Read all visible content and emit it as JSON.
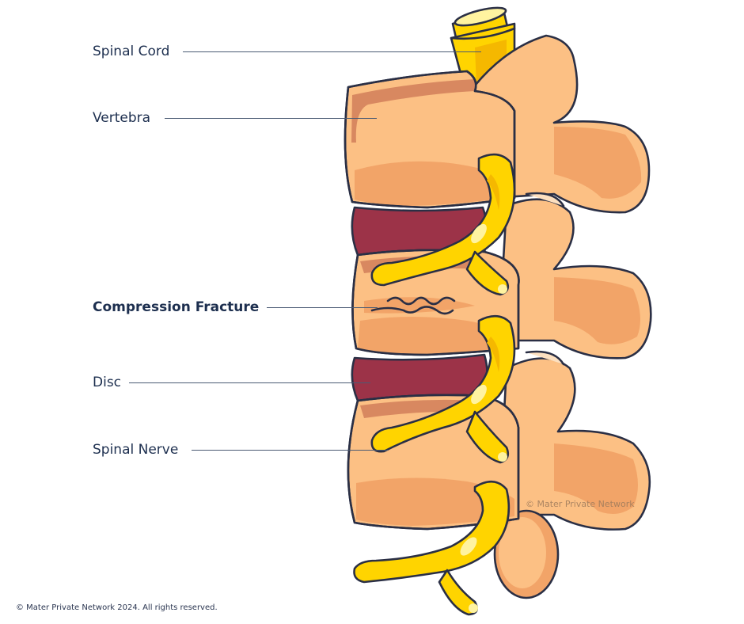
{
  "diagram": {
    "labels": [
      {
        "id": "spinal-cord",
        "text": "Spinal Cord",
        "bold": false
      },
      {
        "id": "vertebra",
        "text": "Vertebra",
        "bold": false
      },
      {
        "id": "compression-fracture",
        "text": "Compression Fracture",
        "bold": true
      },
      {
        "id": "disc",
        "text": "Disc",
        "bold": false
      },
      {
        "id": "spinal-nerve",
        "text": "Spinal Nerve",
        "bold": false
      }
    ],
    "watermark": "© Mater Private Network",
    "copyright": "© Mater Private Network 2024. All rights reserved.",
    "colors": {
      "bone_light": "#fcc084",
      "bone_mid": "#f2a468",
      "bone_dark": "#d88860",
      "disc": "#9c3348",
      "nerve": "#ffd400",
      "nerve_dark": "#f5b800",
      "nerve_highlight": "#fff3a0",
      "outline": "#2a2f45",
      "label_text": "#1d2f4f"
    }
  }
}
